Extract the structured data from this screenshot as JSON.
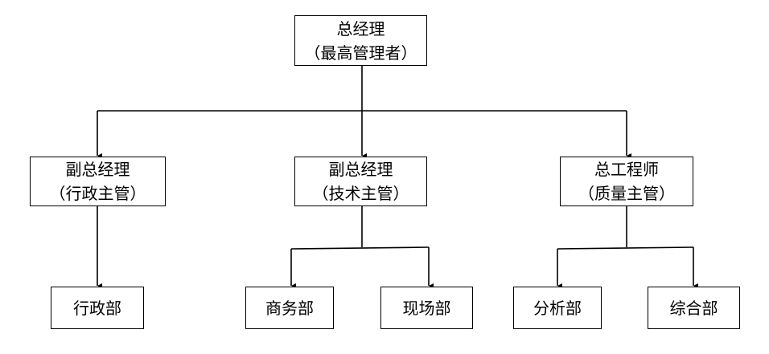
{
  "chart": {
    "nodes": {
      "general_manager": {
        "title": "总经理",
        "subtitle": "（最高管理者）"
      },
      "vp_admin": {
        "title": "副总经理",
        "subtitle": "（行政主管）"
      },
      "vp_tech": {
        "title": "副总经理",
        "subtitle": "（技术主管）"
      },
      "chief_engineer": {
        "title": "总工程师",
        "subtitle": "（质量主管）"
      },
      "admin_dept": {
        "title": "行政部"
      },
      "business_dept": {
        "title": "商务部"
      },
      "site_dept": {
        "title": "现场部"
      },
      "analysis_dept": {
        "title": "分析部"
      },
      "comprehensive_dept": {
        "title": "综合部"
      }
    }
  }
}
